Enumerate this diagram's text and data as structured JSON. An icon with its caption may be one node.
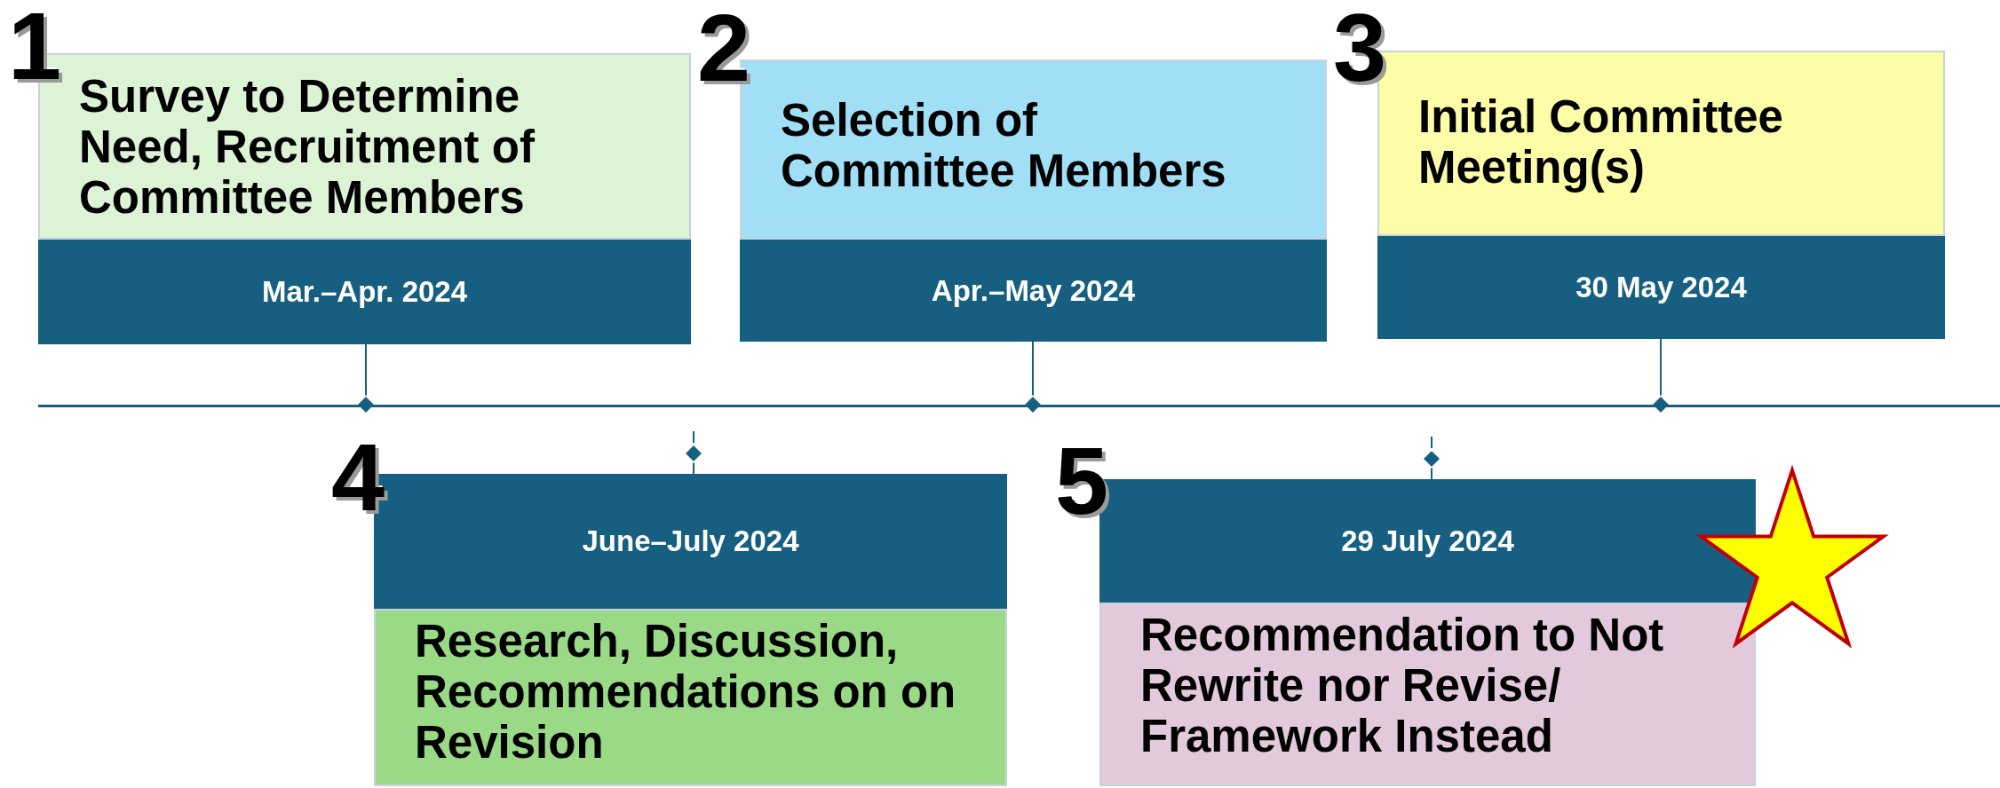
{
  "diagram": {
    "nodes": [
      {
        "text": [
          "Survey to Determine Need, Recruitment of Committee Members"
        ],
        "beside": [
          "1"
        ]
      },
      {
        "text": [
          "Mar.–Apr. 2024"
        ]
      },
      {
        "text": [
          "Selection of Committee Members"
        ],
        "beside": [
          "2"
        ]
      },
      {
        "text": [
          "Apr.–May 2024"
        ]
      },
      {
        "text": [
          "Initial Committee Meeting(s)"
        ],
        "beside": [
          "3"
        ]
      },
      {
        "text": [
          "30 May 2024"
        ]
      },
      {
        "text": [
          "June–July 2024"
        ],
        "beside": [
          "4"
        ]
      },
      {
        "text": [
          "Research, Discussion, Recommendations on on Revision"
        ]
      },
      {
        "text": [
          "29 July 2024"
        ],
        "beside": [
          "5"
        ]
      },
      {
        "text": [
          "Recommendation to Not Rewrite nor Revise/ Framework Instead"
        ]
      },
      {
        "text": [],
        "shape": "bar"
      },
      {
        "text": [],
        "shape": "star"
      }
    ],
    "edges": [
      {
        "from": 1,
        "to": 10,
        "arrow": "other"
      },
      {
        "from": 3,
        "to": 10,
        "arrow": "other"
      },
      {
        "from": 5,
        "to": 10,
        "arrow": "other"
      },
      {
        "from": 6,
        "to": null,
        "arrow": "other"
      },
      {
        "from": 8,
        "to": null,
        "arrow": "other"
      }
    ]
  }
}
